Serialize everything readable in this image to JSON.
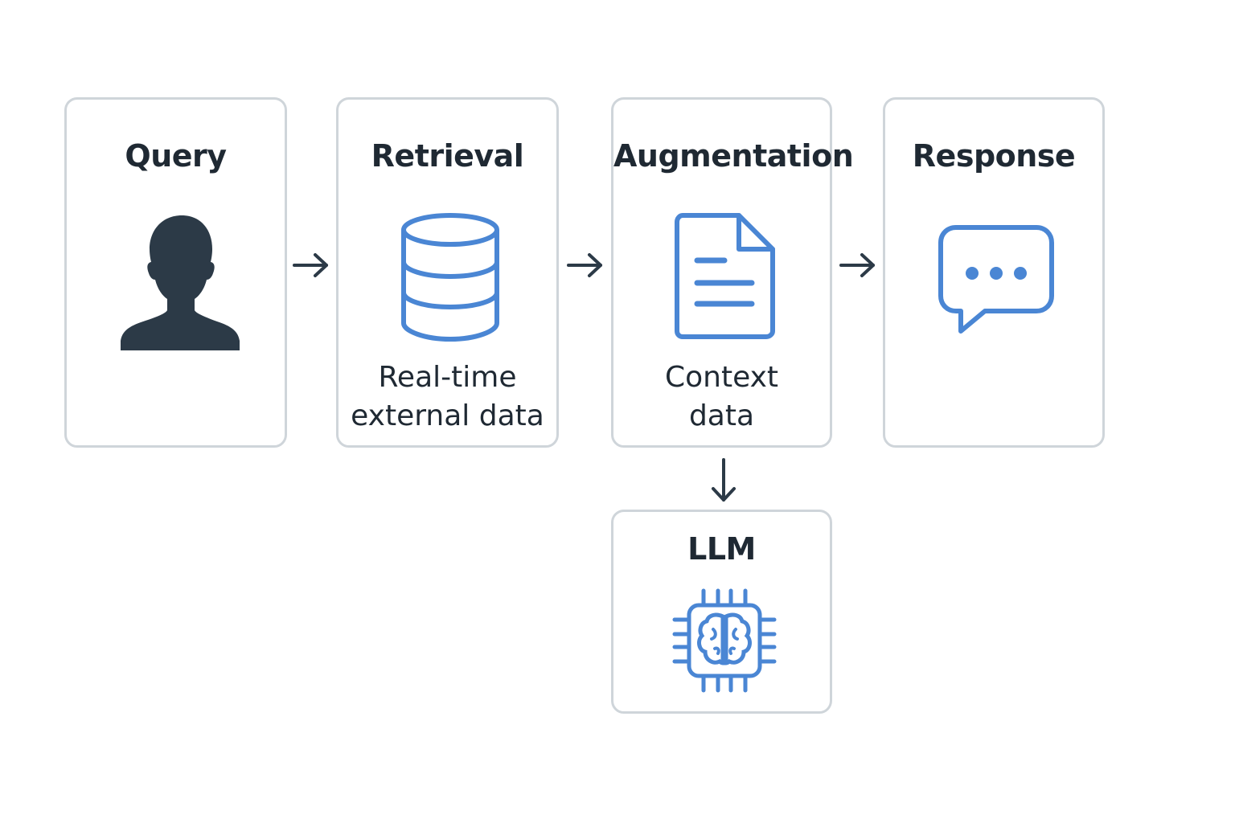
{
  "colors": {
    "card_border": "#cfd5da",
    "accent_blue": "#4a86d4",
    "dark_icon": "#2c3a47",
    "text": "#1f2933"
  },
  "stages": {
    "query": {
      "title": "Query",
      "icon": "user-silhouette-icon"
    },
    "retrieval": {
      "title": "Retrieval",
      "icon": "database-icon",
      "caption_lines": [
        "Real-time",
        "external data"
      ]
    },
    "augmentation": {
      "title": "Augmentation",
      "icon": "document-icon",
      "caption_lines": [
        "Context",
        "data"
      ]
    },
    "response": {
      "title": "Response",
      "icon": "chat-bubble-icon"
    },
    "llm": {
      "title": "LLM",
      "icon": "brain-chip-icon"
    }
  },
  "connections": [
    {
      "from": "Query",
      "to": "Retrieval",
      "direction": "right"
    },
    {
      "from": "Retrieval",
      "to": "Augmentation",
      "direction": "right"
    },
    {
      "from": "Augmentation",
      "to": "Response",
      "direction": "right"
    },
    {
      "from": "Augmentation",
      "to": "LLM",
      "direction": "down"
    }
  ]
}
